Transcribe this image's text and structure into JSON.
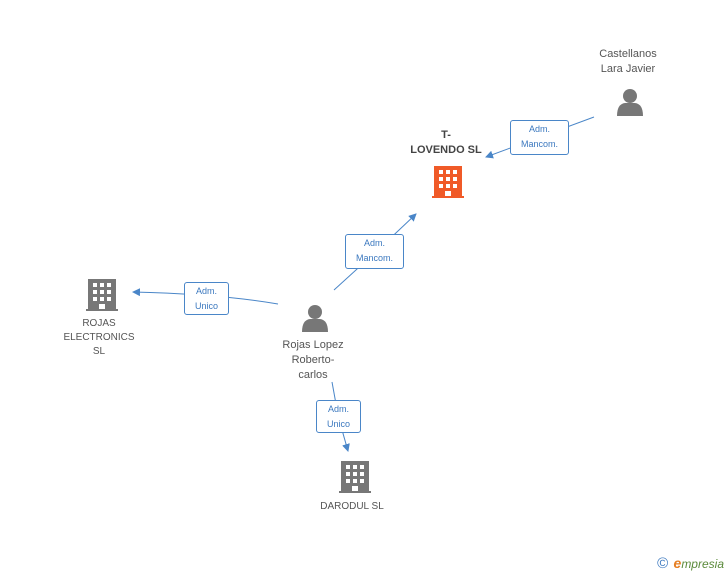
{
  "nodes": {
    "castellanos": {
      "line1": "Castellanos",
      "line2": "Lara Javier",
      "icon": "person-icon"
    },
    "tlovendo": {
      "line1": "T-",
      "line2": "LOVENDO SL",
      "icon": "building-icon",
      "color": "#f05a28"
    },
    "rojas_electronics": {
      "line1": "ROJAS",
      "line2": "ELECTRONICS",
      "line3": "SL",
      "icon": "building-icon"
    },
    "rojas_lopez": {
      "line1": "Rojas Lopez",
      "line2": "Roberto-",
      "line3": "carlos",
      "icon": "person-icon"
    },
    "darodul": {
      "line1": "DARODUL SL",
      "icon": "building-icon"
    }
  },
  "edges": {
    "castellanos_tlovendo": {
      "line1": "Adm.",
      "line2": "Mancom."
    },
    "rojas_tlovendo": {
      "line1": "Adm.",
      "line2": "Mancom."
    },
    "rojas_electronics": {
      "line1": "Adm.",
      "line2": "Unico"
    },
    "rojas_darodul": {
      "line1": "Adm.",
      "line2": "Unico"
    }
  },
  "footer": {
    "copyright": "©",
    "brand_e": "e",
    "brand_rest": "mpresia"
  },
  "colors": {
    "edge": "#4a86c8",
    "icon": "#777777",
    "highlight": "#f05a28"
  }
}
